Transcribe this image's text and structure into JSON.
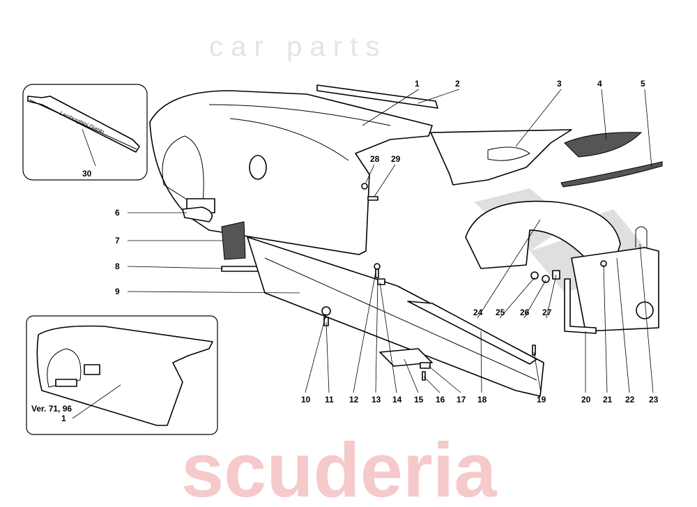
{
  "watermark": {
    "brand": "scuderia",
    "sub": "c a r   p a r t s",
    "color": "#f6c9cb"
  },
  "inset_top": {
    "part_number": "30",
    "emblem_text": "Lamborghini Diablo"
  },
  "inset_bottom": {
    "version_label": "Ver. 71, 96",
    "part_number": "1"
  },
  "callouts": [
    "1",
    "2",
    "3",
    "4",
    "5",
    "6",
    "7",
    "8",
    "9",
    "10",
    "11",
    "12",
    "13",
    "14",
    "15",
    "16",
    "17",
    "18",
    "19",
    "20",
    "21",
    "22",
    "23",
    "24",
    "25",
    "26",
    "27",
    "28",
    "29"
  ]
}
